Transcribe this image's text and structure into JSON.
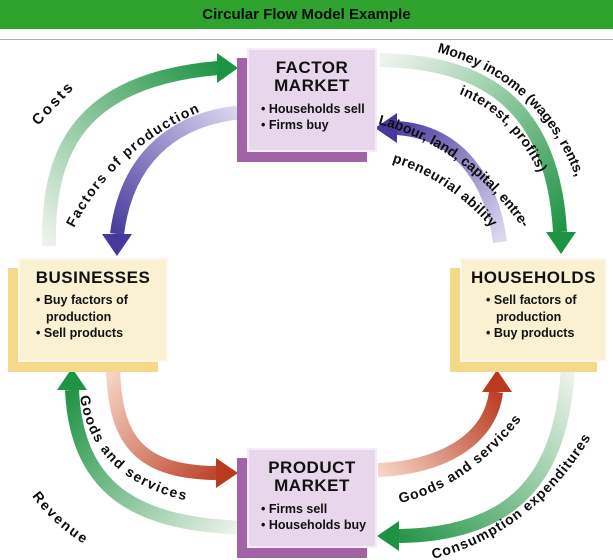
{
  "title_bar": {
    "text": "Circular Flow Model Example",
    "background": "#2ea32e"
  },
  "boxes": {
    "factor_market": {
      "title": "FACTOR MARKET",
      "bullets": [
        "Households sell",
        "Firms buy"
      ],
      "fill": "#e8d6ec",
      "shadow": "#a263a6"
    },
    "businesses": {
      "title": "BUSINESSES",
      "bullets": [
        "Buy factors of production",
        "Sell products"
      ],
      "fill": "#faf0d2",
      "shadow": "#f5d98b"
    },
    "households": {
      "title": "HOUSEHOLDS",
      "bullets": [
        "Sell factors of production",
        "Buy products"
      ],
      "fill": "#faf0d2",
      "shadow": "#f5d98b"
    },
    "product_market": {
      "title": "PRODUCT MARKET",
      "bullets": [
        "Firms sell",
        "Households buy"
      ],
      "fill": "#e8d6ec",
      "shadow": "#a263a6"
    }
  },
  "arrows": {
    "costs": {
      "label": "Costs",
      "from": "Businesses",
      "to": "Factor Market",
      "color": "#1d9344"
    },
    "factors_of_production": {
      "label": "Factors of production",
      "from": "Factor Market",
      "to": "Businesses",
      "color": "#46399b"
    },
    "money_income": {
      "label_line1": "Money income (wages, rents,",
      "label_line2": "interest, profits)",
      "from": "Factor Market",
      "to": "Households",
      "color": "#1d9344"
    },
    "labour_land_capital": {
      "label_line1": "Labour, land, capital, entre-",
      "label_line2": "preneurial ability",
      "from": "Households",
      "to": "Factor Market",
      "color": "#46399b"
    },
    "goods_services_left": {
      "label": "Goods and services",
      "from": "Businesses",
      "to": "Product Market",
      "color": "#ba3a21"
    },
    "revenue": {
      "label": "Revenue",
      "from": "Product Market",
      "to": "Businesses",
      "color": "#1d9344"
    },
    "goods_services_right": {
      "label": "Goods and services",
      "from": "Product Market",
      "to": "Households",
      "color": "#ba3a21"
    },
    "consumption_expenditures": {
      "label": "Consumption expenditures",
      "from": "Households",
      "to": "Product Market",
      "color": "#1d9344"
    }
  }
}
